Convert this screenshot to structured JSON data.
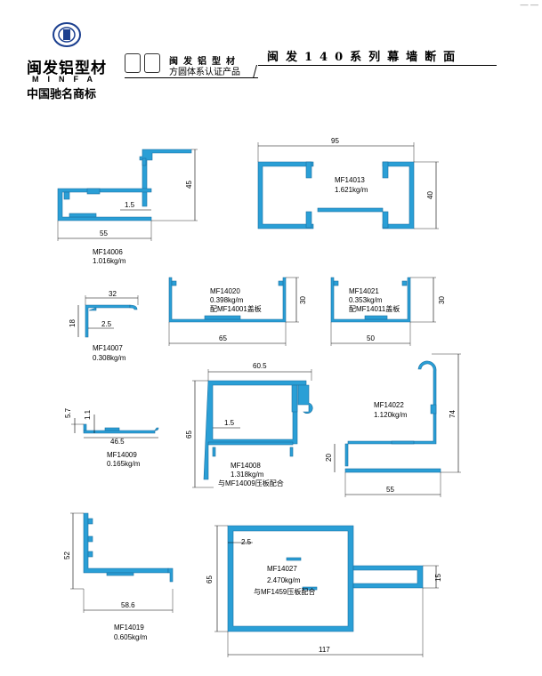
{
  "header": {
    "brand_cn": "闽发铝型材",
    "brand_en": "MINFA",
    "brand_trademark": "中国驰名商标",
    "cert_line1": "闽发铝型材",
    "cert_line2": "方圆体系认证产品",
    "title": "闽发140系列幕墙断面",
    "corner_mark": "— —"
  },
  "colors": {
    "profile_fill": "#2a9fd6",
    "profile_stroke": "#1b6fa0",
    "dim_line": "#000000"
  },
  "profiles": {
    "p14006": {
      "code": "MF14006",
      "weight": "1.016kg/m",
      "dims": [
        "45",
        "1.5",
        "55"
      ]
    },
    "p14013": {
      "code": "MF14013",
      "weight": "1.621kg/m",
      "dims": [
        "95",
        "40"
      ]
    },
    "p14007": {
      "code": "MF14007",
      "weight": "0.308kg/m",
      "dims": [
        "32",
        "18",
        "2.5"
      ]
    },
    "p14020": {
      "code": "MF14020",
      "weight": "0.398kg/m",
      "note": "配MF14001盖板",
      "dims": [
        "30",
        "65"
      ]
    },
    "p14021": {
      "code": "MF14021",
      "weight": "0.353kg/m",
      "note": "配MF14011盖板",
      "dims": [
        "30",
        "50"
      ]
    },
    "p14009": {
      "code": "MF14009",
      "weight": "0.165kg/m",
      "dims": [
        "5.7",
        "1.1",
        "46.5"
      ]
    },
    "p14008": {
      "code": "MF14008",
      "weight": "1.318kg/m",
      "note": "与MF14009压板配合",
      "dims": [
        "60.5",
        "65",
        "1.5"
      ]
    },
    "p14022": {
      "code": "MF14022",
      "weight": "1.120kg/m",
      "dims": [
        "74",
        "20",
        "55"
      ]
    },
    "p14019": {
      "code": "MF14019",
      "weight": "0.605kg/m",
      "dims": [
        "52",
        "58.6"
      ]
    },
    "p14027": {
      "code": "MF14027",
      "weight": "2.470kg/m",
      "note": "与MF1459压板配合",
      "dims": [
        "2.5",
        "65",
        "15",
        "117"
      ]
    }
  }
}
